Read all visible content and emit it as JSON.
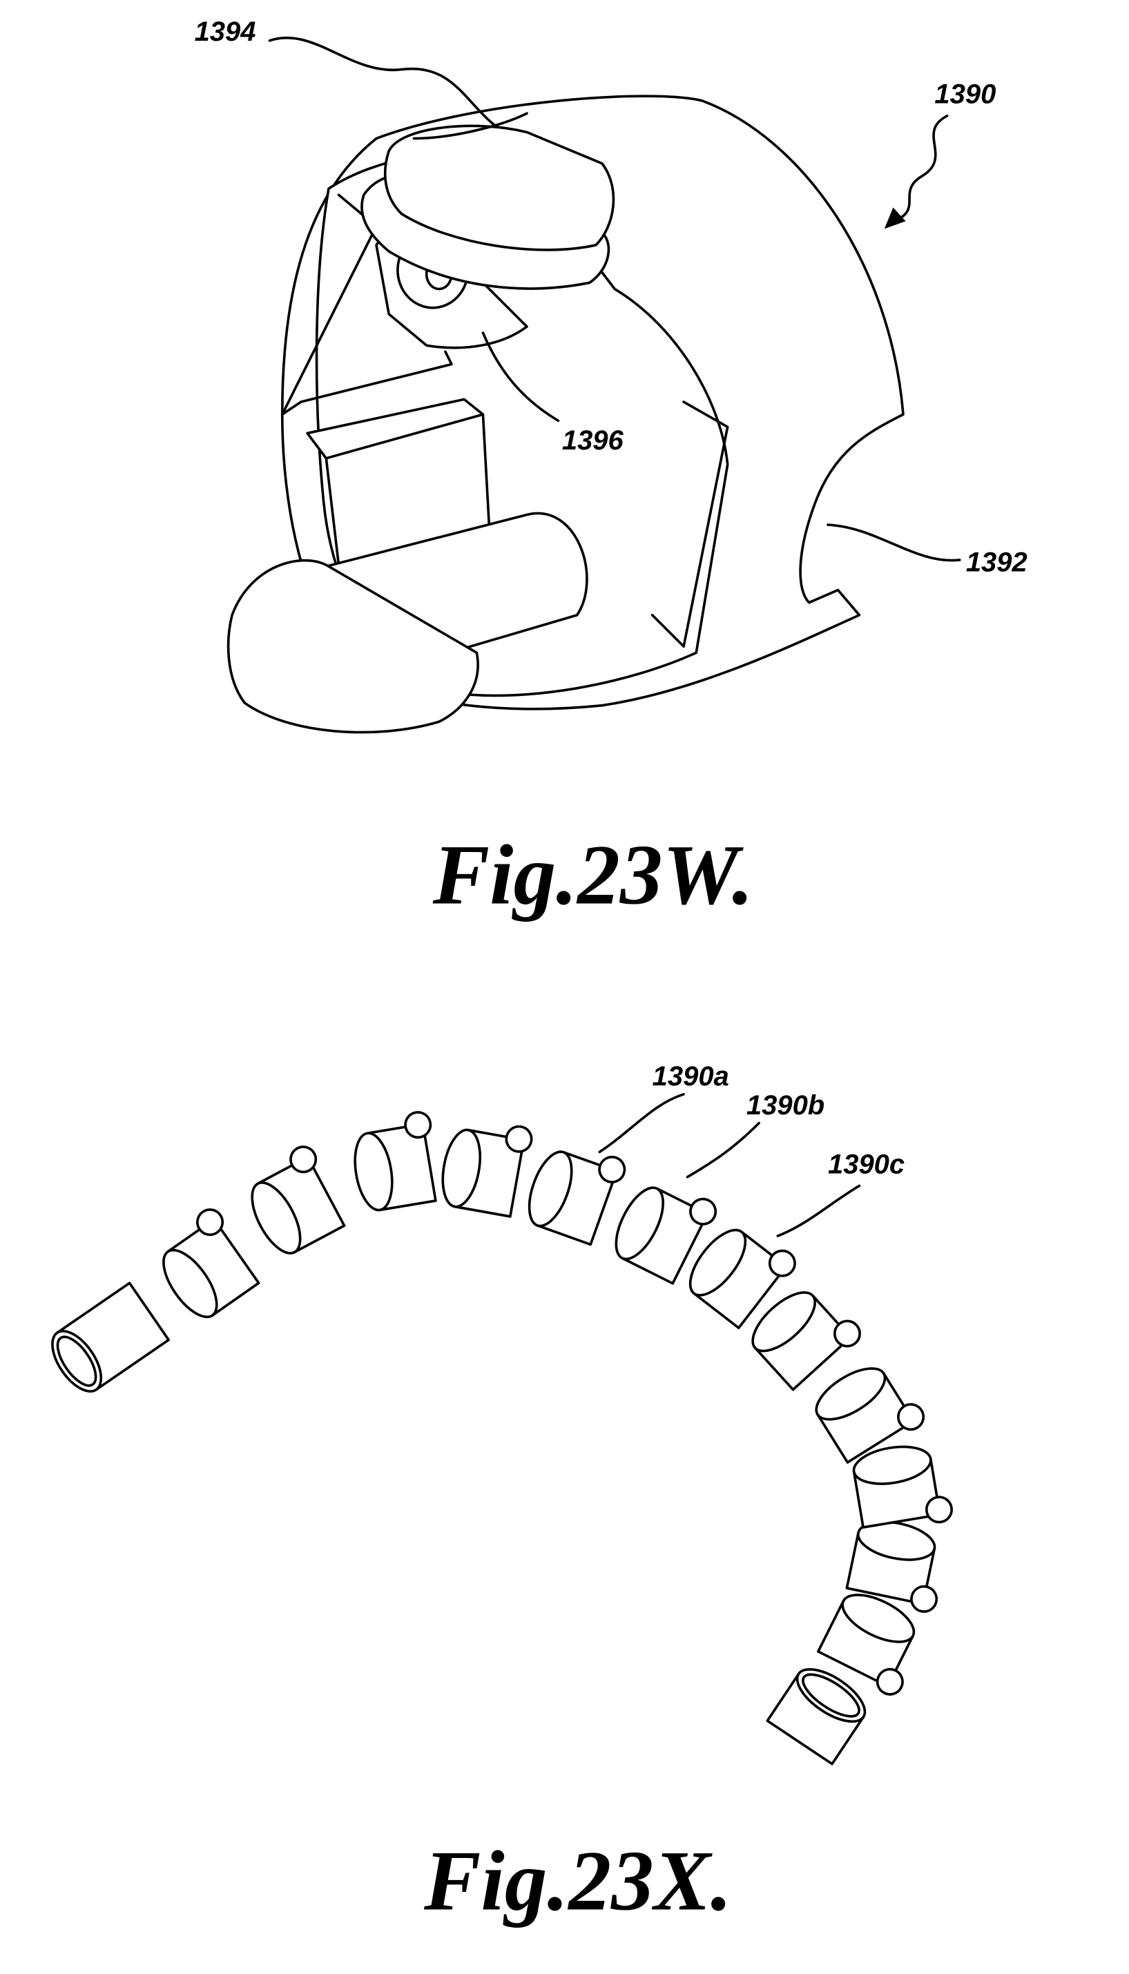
{
  "figure_23w": {
    "caption": "Fig.23W.",
    "labels": {
      "l1394": "1394",
      "l1390": "1390",
      "l1396": "1396",
      "l1392": "1392"
    }
  },
  "figure_23x": {
    "caption": "Fig.23X.",
    "labels": {
      "l1390a": "1390a",
      "l1390b": "1390b",
      "l1390c": "1390c"
    }
  }
}
